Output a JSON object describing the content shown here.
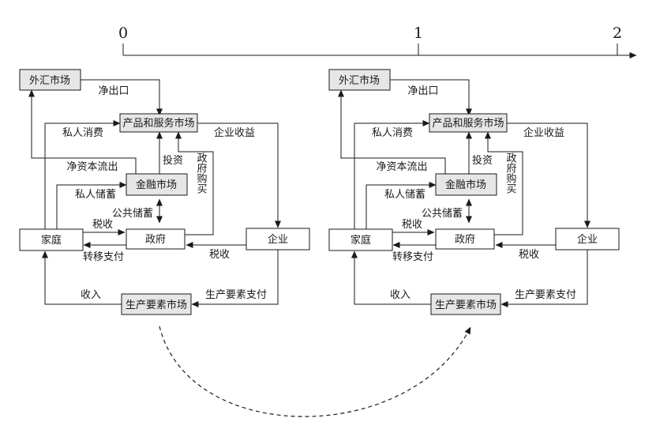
{
  "timeline": {
    "ticks": [
      "0",
      "1",
      "2"
    ]
  },
  "colors": {
    "shaded_box": "#e6e6e6",
    "plain_box": "#ffffff",
    "line": "#1a1a1a"
  },
  "panels": [
    {
      "nodes": {
        "forex": "外汇市场",
        "goods": "产品和服务市场",
        "finance": "金融市场",
        "household": "家庭",
        "government": "政府",
        "firm": "企业",
        "factor": "生产要素市场"
      },
      "flows": {
        "net_export": "净出口",
        "private_consumption": "私人消费",
        "firm_revenue": "企业收益",
        "investment": "投资",
        "gov_purchase": "政府购买",
        "net_capital_outflow": "净资本流出",
        "private_saving": "私人储蓄",
        "public_saving": "公共储蓄",
        "tax_household": "税收",
        "transfer_payment": "转移支付",
        "tax_firm": "税收",
        "income": "收入",
        "factor_payment": "生产要素支付"
      }
    },
    {
      "nodes": {
        "forex": "外汇市场",
        "goods": "产品和服务市场",
        "finance": "金融市场",
        "household": "家庭",
        "government": "政府",
        "firm": "企业",
        "factor": "生产要素市场"
      },
      "flows": {
        "net_export": "净出口",
        "private_consumption": "私人消费",
        "firm_revenue": "企业收益",
        "investment": "投资",
        "gov_purchase": "政府购买",
        "net_capital_outflow": "净资本流出",
        "private_saving": "私人储蓄",
        "public_saving": "公共储蓄",
        "tax_household": "税收",
        "transfer_payment": "转移支付",
        "tax_firm": "税收",
        "income": "收入",
        "factor_payment": "生产要素支付"
      }
    }
  ]
}
